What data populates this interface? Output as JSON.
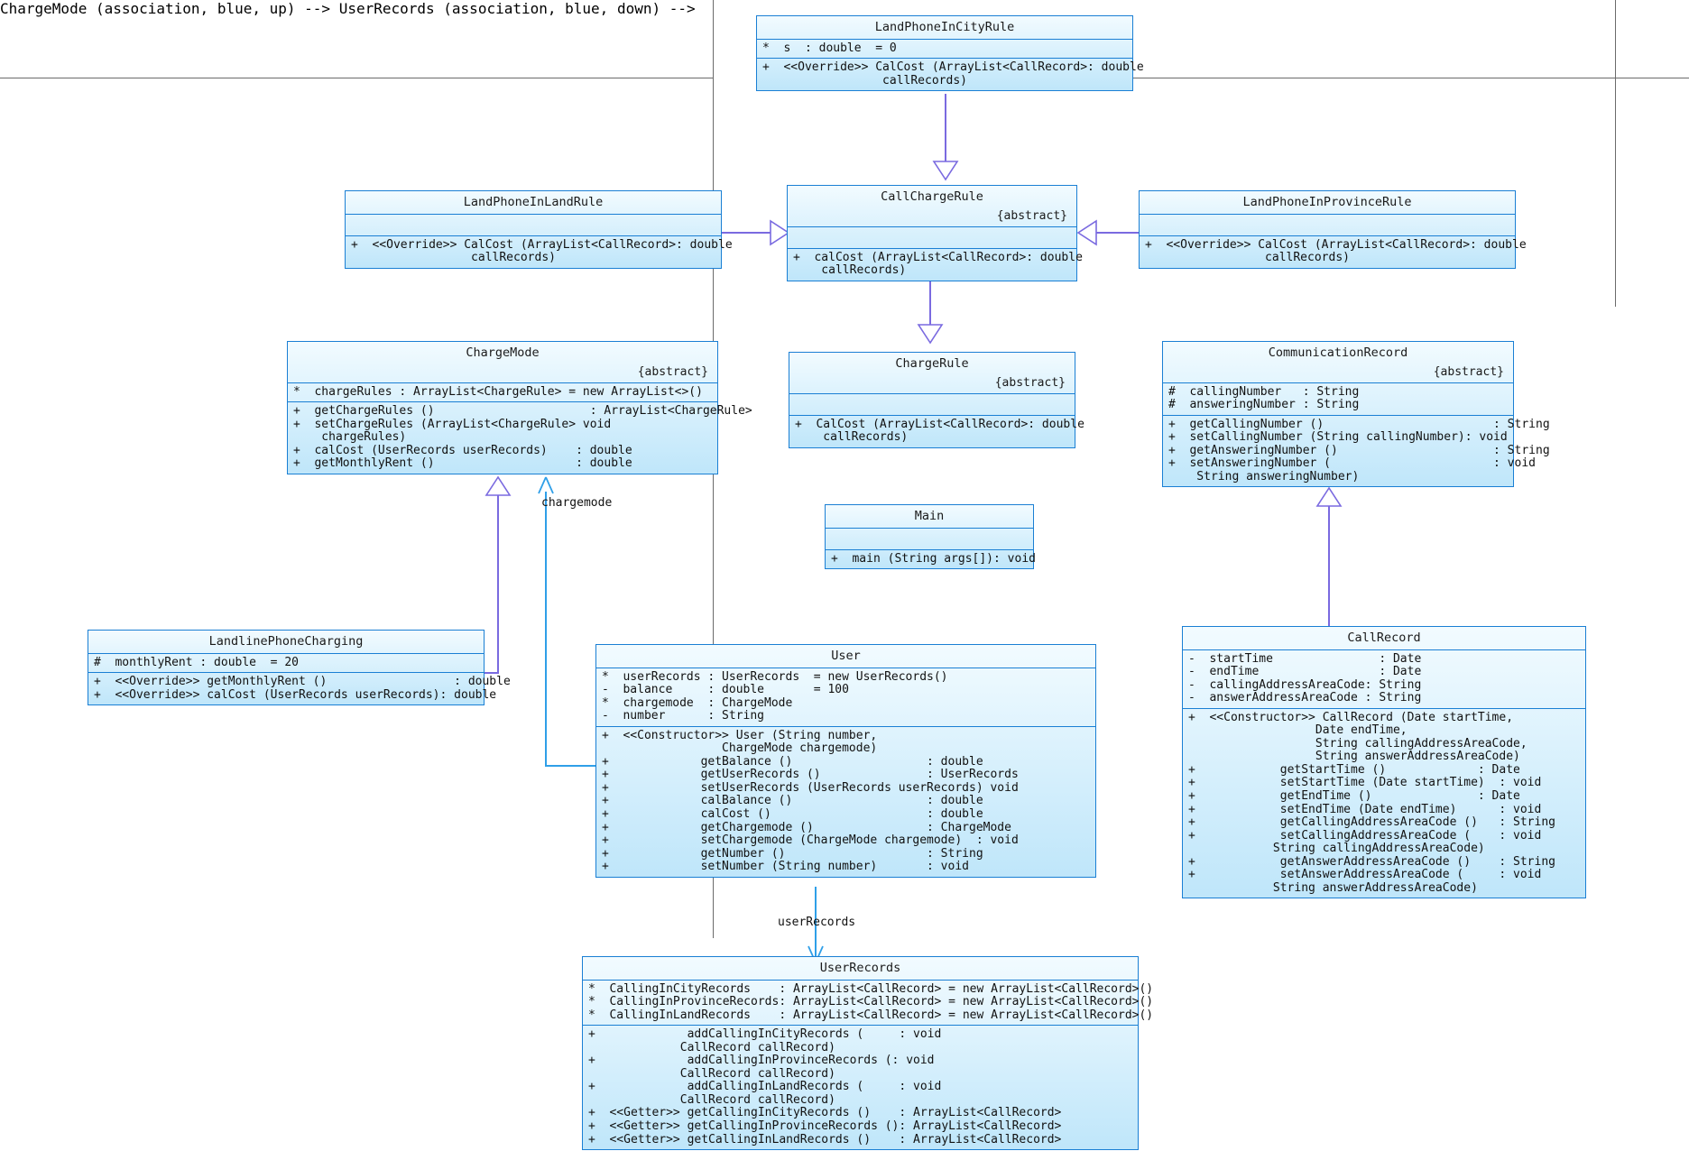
{
  "diagram": {
    "title": "UML Class Diagram - Telephone Charging System",
    "accent": "#1a7fd4",
    "link_color": "#7a6ae0",
    "assoc_color": "#2f9fe8"
  },
  "abstract_marker": "{abstract}",
  "classes": {
    "landPhoneInCityRule": {
      "name": "LandPhoneInCityRule",
      "attributes": [
        "*  s  : double  = 0"
      ],
      "operations": [
        "+  <<Override>> CalCost (ArrayList<CallRecord>: double",
        "                 callRecords)"
      ]
    },
    "landPhoneInLandRule": {
      "name": "LandPhoneInLandRule",
      "attributes": [],
      "operations": [
        "+  <<Override>> CalCost (ArrayList<CallRecord>: double",
        "                 callRecords)"
      ]
    },
    "landPhoneInProvinceRule": {
      "name": "LandPhoneInProvinceRule",
      "attributes": [],
      "operations": [
        "+  <<Override>> CalCost (ArrayList<CallRecord>: double",
        "                 callRecords)"
      ]
    },
    "callChargeRule": {
      "name": "CallChargeRule",
      "stereotype": "{abstract}",
      "attributes": [],
      "operations": [
        "+  calCost (ArrayList<CallRecord>: double",
        "    callRecords)"
      ]
    },
    "chargeRule": {
      "name": "ChargeRule",
      "stereotype": "{abstract}",
      "attributes": [],
      "operations": [
        "+  CalCost (ArrayList<CallRecord>: double",
        "    callRecords)"
      ]
    },
    "chargeMode": {
      "name": "ChargeMode",
      "stereotype": "{abstract}",
      "attributes": [
        "*  chargeRules : ArrayList<ChargeRule> = new ArrayList<>()"
      ],
      "operations": [
        "+  getChargeRules ()                      : ArrayList<ChargeRule>",
        "+  setChargeRules (ArrayList<ChargeRule> void",
        "    chargeRules)",
        "+  calCost (UserRecords userRecords)    : double",
        "+  getMonthlyRent ()                    : double"
      ]
    },
    "landlinePhoneCharging": {
      "name": "LandlinePhoneCharging",
      "attributes": [
        "#  monthlyRent : double  = 20"
      ],
      "operations": [
        "+  <<Override>> getMonthlyRent ()                  : double",
        "+  <<Override>> calCost (UserRecords userRecords): double"
      ]
    },
    "main": {
      "name": "Main",
      "attributes": [],
      "operations": [
        "+  main (String args[]): void"
      ]
    },
    "communicationRecord": {
      "name": "CommunicationRecord",
      "stereotype": "{abstract}",
      "attributes": [
        "#  callingNumber   : String",
        "#  answeringNumber : String"
      ],
      "operations": [
        "+  getCallingNumber ()                        : String",
        "+  setCallingNumber (String callingNumber): void",
        "+  getAnsweringNumber ()                      : String",
        "+  setAnsweringNumber (                       : void",
        "    String answeringNumber)"
      ]
    },
    "callRecord": {
      "name": "CallRecord",
      "attributes": [
        "-  startTime               : Date",
        "-  endTime                 : Date",
        "-  callingAddressAreaCode: String",
        "-  answerAddressAreaCode : String"
      ],
      "operations": [
        "+  <<Constructor>> CallRecord (Date startTime,",
        "                  Date endTime,",
        "                  String callingAddressAreaCode,",
        "                  String answerAddressAreaCode)",
        "+            getStartTime ()             : Date",
        "+            setStartTime (Date startTime)  : void",
        "+            getEndTime ()               : Date",
        "+            setEndTime (Date endTime)      : void",
        "+            getCallingAddressAreaCode ()   : String",
        "+            setCallingAddressAreaCode (    : void",
        "            String callingAddressAreaCode)",
        "+            getAnswerAddressAreaCode ()    : String",
        "+            setAnswerAddressAreaCode (     : void",
        "            String answerAddressAreaCode)"
      ]
    },
    "user": {
      "name": "User",
      "attributes": [
        "*  userRecords : UserRecords  = new UserRecords()",
        "-  balance     : double       = 100",
        "*  chargemode  : ChargeMode",
        "-  number      : String"
      ],
      "operations": [
        "+  <<Constructor>> User (String number,",
        "                 ChargeMode chargemode)",
        "+             getBalance ()                   : double",
        "+             getUserRecords ()               : UserRecords",
        "+             setUserRecords (UserRecords userRecords) void",
        "+             calBalance ()                   : double",
        "+             calCost ()                      : double",
        "+             getChargemode ()                : ChargeMode",
        "+             setChargemode (ChargeMode chargemode)  : void",
        "+             getNumber ()                    : String",
        "+             setNumber (String number)       : void"
      ]
    },
    "userRecords": {
      "name": "UserRecords",
      "attributes": [
        "*  CallingInCityRecords    : ArrayList<CallRecord> = new ArrayList<CallRecord>()",
        "*  CallingInProvinceRecords: ArrayList<CallRecord> = new ArrayList<CallRecord>()",
        "*  CallingInLandRecords    : ArrayList<CallRecord> = new ArrayList<CallRecord>()"
      ],
      "operations": [
        "+             addCallingInCityRecords (     : void",
        "             CallRecord callRecord)",
        "+             addCallingInProvinceRecords (: void",
        "             CallRecord callRecord)",
        "+             addCallingInLandRecords (     : void",
        "             CallRecord callRecord)",
        "+  <<Getter>> getCallingInCityRecords ()    : ArrayList<CallRecord>",
        "+  <<Getter>> getCallingInProvinceRecords (): ArrayList<CallRecord>",
        "+  <<Getter>> getCallingInLandRecords ()    : ArrayList<CallRecord>"
      ]
    }
  },
  "association_labels": {
    "chargemode": "chargemode",
    "userRecords": "userRecords"
  }
}
